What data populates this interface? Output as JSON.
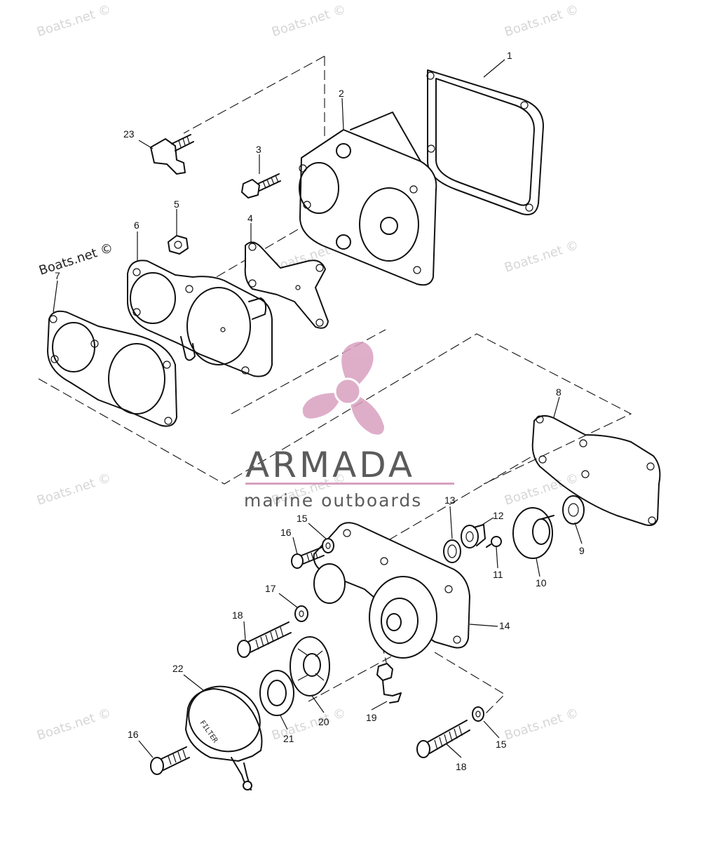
{
  "watermark": {
    "text": "Boats.net ©",
    "color": "#d6d6d6"
  },
  "brand": {
    "name": "ARMADA",
    "tagline": "marine outboards",
    "accent_color": "#d9a0c0",
    "text_color": "#5b5b5b",
    "logo_icon": "propeller-icon"
  },
  "callouts": {
    "c1": "1",
    "c2": "2",
    "c3": "3",
    "c4": "4",
    "c5": "5",
    "c6": "6",
    "c7": "7",
    "c8": "8",
    "c9": "9",
    "c10": "10",
    "c11": "11",
    "c12": "12",
    "c13": "13",
    "c14": "14",
    "c15a": "15",
    "c15b": "15",
    "c16a": "16",
    "c16b": "16",
    "c17": "17",
    "c18a": "18",
    "c18b": "18",
    "c19": "19",
    "c20": "20",
    "c21": "21",
    "c22": "22",
    "c23": "23"
  },
  "filter_label": "FILTER"
}
